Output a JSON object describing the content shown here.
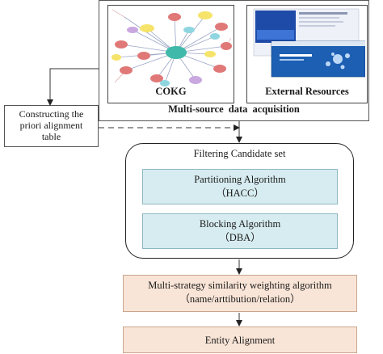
{
  "source": {
    "cokg_label": "COKG",
    "external_label": "External Resources",
    "caption": "Multi-source data acquisition"
  },
  "priori": {
    "line1": "Constructing the",
    "line2": "priori alignment",
    "line3": "table"
  },
  "filter": {
    "title": "Filtering Candidate set",
    "partition_name": "Partitioning Algorithm",
    "partition_abbr": "（HACC）",
    "blocking_name": "Blocking Algorithm",
    "blocking_abbr": "（DBA）"
  },
  "similarity": {
    "line1": "Multi-strategy similarity weighting algorithm",
    "line2": "（name/arttibution/relation）"
  },
  "alignment": {
    "label": "Entity Alignment"
  },
  "colors": {
    "algo_fill": "#d7ecf0",
    "salmon_fill": "#f9e5d7",
    "graph_center": "#3fb9a9",
    "screenshot_blue": "#1e4aa8"
  }
}
